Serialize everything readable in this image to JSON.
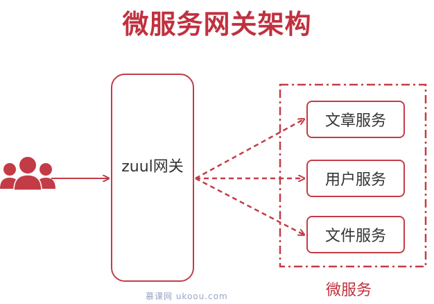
{
  "title": "微服务网关架构",
  "gateway": {
    "label": "zuul网关"
  },
  "services": [
    {
      "label": "文章服务"
    },
    {
      "label": "用户服务"
    },
    {
      "label": "文件服务"
    }
  ],
  "group_label": "微服务",
  "watermark": "慕课网 ukoou.com",
  "colors": {
    "accent": "#c33b46",
    "title": "#c0313f",
    "text": "#333333"
  },
  "icons": {
    "users": "users-group-icon",
    "cursor": "mouse-cursor-icon"
  }
}
